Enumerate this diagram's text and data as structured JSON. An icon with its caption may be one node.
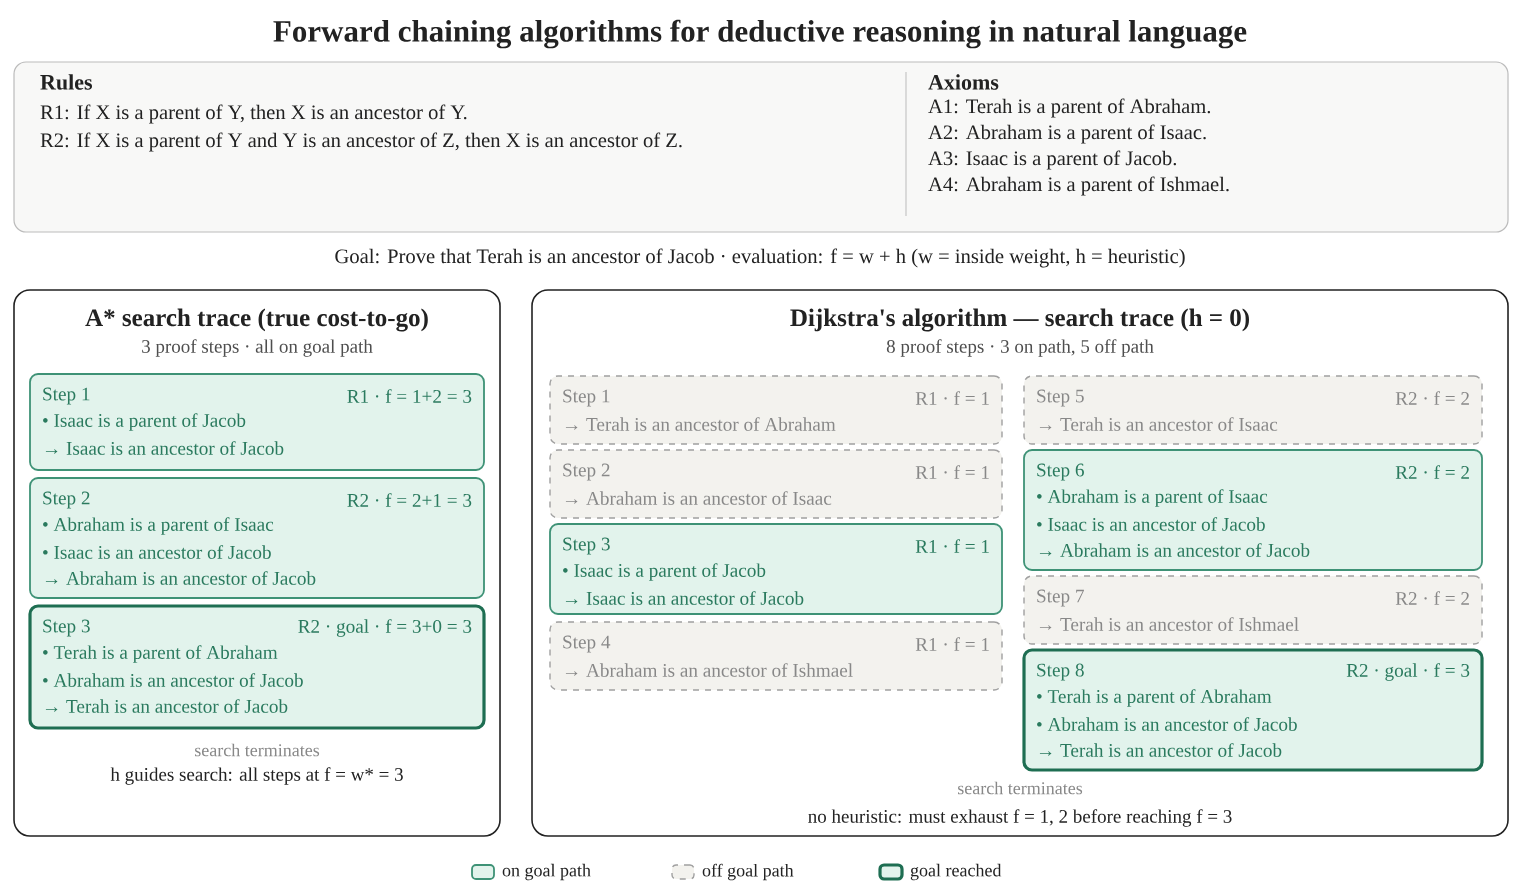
{
  "diagram": {
    "title": "Forward chaining algorithms for deductive reasoning in natural language",
    "nodes": [
      {
        "text": [
          "Rules",
          "R1: If X is a parent of Y, then X is an ancestor of Y.",
          "R2: If X is a parent of Y and Y is an ancestor of Z, then X is an ancestor of Z.",
          "Axioms",
          "A1: Terah is a parent of Abraham.",
          "A2: Abraham is a parent of Isaac.",
          "A3: Isaac is a parent of Jacob.",
          "A4: Abraham is a parent of Ishmael."
        ]
      },
      {
        "text": [
          "A* search trace (true cost-to-go)",
          "3 proof steps · all on goal path",
          "search terminates",
          "h guides search: all steps at f = w* = 3"
        ]
      },
      {
        "text": [
          "Step 1",
          "R1 · f = 1+2 = 3",
          "• Isaac is a parent of Jacob",
          "→ Isaac is an ancestor of Jacob"
        ],
        "in": 1
      },
      {
        "text": [
          "Step 2",
          "R2 · f = 2+1 = 3",
          "• Abraham is a parent of Isaac",
          "• Isaac is an ancestor of Jacob",
          "→ Abraham is an ancestor of Jacob"
        ],
        "in": 1
      },
      {
        "text": [
          "Step 3",
          "R2 · goal · f = 3+0 = 3",
          "• Terah is a parent of Abraham",
          "• Abraham is an ancestor of Jacob",
          "→ Terah is an ancestor of Jacob"
        ],
        "in": 1
      },
      {
        "text": [
          "Dijkstra's algorithm — search trace (h = 0)",
          "8 proof steps · 3 on path, 5 off path",
          "search terminates",
          "no heuristic: must exhaust f = 1, 2 before reaching f = 3"
        ]
      },
      {
        "text": [
          "Step 1",
          "R1 · f = 1",
          "→ Terah is an ancestor of Abraham"
        ],
        "in": 5
      },
      {
        "text": [
          "Step 2",
          "R1 · f = 1",
          "→ Abraham is an ancestor of Isaac"
        ],
        "in": 5
      },
      {
        "text": [
          "Step 3",
          "R1 · f = 1",
          "• Isaac is a parent of Jacob",
          "→ Isaac is an ancestor of Jacob"
        ],
        "in": 5
      },
      {
        "text": [
          "Step 4",
          "R1 · f = 1",
          "→ Abraham is an ancestor of Ishmael"
        ],
        "in": 5
      },
      {
        "text": [
          "Step 5",
          "R2 · f = 2",
          "→ Terah is an ancestor of Isaac"
        ],
        "in": 5
      },
      {
        "text": [
          "Step 6",
          "R2 · f = 2",
          "• Abraham is a parent of Isaac",
          "• Isaac is an ancestor of Jacob",
          "→ Abraham is an ancestor of Jacob"
        ],
        "in": 5
      },
      {
        "text": [
          "Step 7",
          "R2 · f = 2",
          "→ Terah is an ancestor of Ishmael"
        ],
        "in": 5
      },
      {
        "text": [
          "Step 8",
          "R2 · goal · f = 3",
          "• Terah is a parent of Abraham",
          "• Abraham is an ancestor of Jacob",
          "→ Terah is an ancestor of Jacob"
        ],
        "in": 5
      }
    ],
    "labels": [
      "Goal: Prove that Terah is an ancestor of Jacob · evaluation: f = w + h (w = inside weight, h = heuristic)"
    ],
    "legend": [
      {
        "text": "on goal path"
      },
      {
        "text": "off goal path"
      },
      {
        "text": "goal reached"
      }
    ]
  }
}
